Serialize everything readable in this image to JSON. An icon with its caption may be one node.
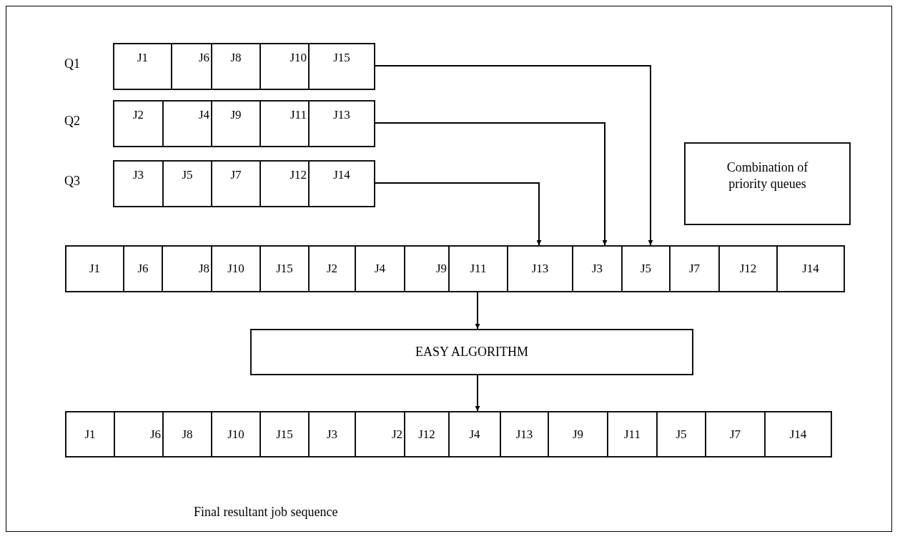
{
  "diagram": {
    "nodes": [
      {
        "text": [],
        "shape": "box",
        "beside": [
          "Q1"
        ]
      },
      {
        "text": [
          "J1"
        ],
        "in": 0
      },
      {
        "text": [
          "J6"
        ],
        "in": 0
      },
      {
        "text": [
          "J8"
        ],
        "in": 0
      },
      {
        "text": [
          "J10"
        ],
        "in": 0
      },
      {
        "text": [
          "J15"
        ],
        "in": 0
      },
      {
        "text": [],
        "shape": "box",
        "beside": [
          "Q2"
        ]
      },
      {
        "text": [
          "J2"
        ],
        "in": 6
      },
      {
        "text": [
          "J4"
        ],
        "in": 6
      },
      {
        "text": [
          "J9"
        ],
        "in": 6
      },
      {
        "text": [
          "J11"
        ],
        "in": 6
      },
      {
        "text": [
          "J13"
        ],
        "in": 6
      },
      {
        "text": [],
        "shape": "box",
        "beside": [
          "Q3"
        ]
      },
      {
        "text": [
          "J3"
        ],
        "in": 12
      },
      {
        "text": [
          "J5"
        ],
        "in": 12
      },
      {
        "text": [
          "J7"
        ],
        "in": 12
      },
      {
        "text": [
          "J12"
        ],
        "in": 12
      },
      {
        "text": [
          "J14"
        ],
        "in": 12
      },
      {
        "text": [
          "Combination of priority queues"
        ]
      },
      {
        "text": [],
        "shape": "box"
      },
      {
        "text": [
          "J1"
        ],
        "in": 19
      },
      {
        "text": [
          "J6"
        ],
        "in": 19
      },
      {
        "text": [
          "J8"
        ],
        "in": 19
      },
      {
        "text": [
          "J10"
        ],
        "in": 19
      },
      {
        "text": [
          "J15"
        ],
        "in": 19
      },
      {
        "text": [
          "J2"
        ],
        "in": 19
      },
      {
        "text": [
          "J4"
        ],
        "in": 19
      },
      {
        "text": [
          "J9"
        ],
        "in": 19
      },
      {
        "text": [
          "J11"
        ],
        "in": 19
      },
      {
        "text": [
          "J13"
        ],
        "in": 19
      },
      {
        "text": [
          "J3"
        ],
        "in": 19
      },
      {
        "text": [
          "J5"
        ],
        "in": 19
      },
      {
        "text": [
          "J7"
        ],
        "in": 19
      },
      {
        "text": [
          "J12"
        ],
        "in": 19
      },
      {
        "text": [
          "J14"
        ],
        "in": 19
      },
      {
        "text": [
          "EASY ALGORITHM"
        ]
      },
      {
        "text": [],
        "shape": "box"
      },
      {
        "text": [
          "J1"
        ],
        "in": 36
      },
      {
        "text": [
          "J6"
        ],
        "in": 36
      },
      {
        "text": [
          "J8"
        ],
        "in": 36
      },
      {
        "text": [
          "J10"
        ],
        "in": 36
      },
      {
        "text": [
          "J15"
        ],
        "in": 36
      },
      {
        "text": [
          "J3"
        ],
        "in": 36
      },
      {
        "text": [
          "J2"
        ],
        "in": 36
      },
      {
        "text": [
          "J12"
        ],
        "in": 36
      },
      {
        "text": [
          "J4"
        ],
        "in": 36
      },
      {
        "text": [
          "J13"
        ],
        "in": 36
      },
      {
        "text": [
          "J9"
        ],
        "in": 36
      },
      {
        "text": [
          "J11"
        ],
        "in": 36
      },
      {
        "text": [
          "J5"
        ],
        "in": 36
      },
      {
        "text": [
          "J7"
        ],
        "in": 36
      },
      {
        "text": [
          "J14"
        ],
        "in": 36
      }
    ],
    "edges": [
      {
        "from": 5,
        "to": 19,
        "arrow": "to"
      },
      {
        "from": 11,
        "to": 19,
        "arrow": "to"
      },
      {
        "from": 17,
        "to": 19,
        "arrow": "to"
      },
      {
        "from": 19,
        "to": 35,
        "arrow": "to"
      },
      {
        "from": 35,
        "to": 36,
        "arrow": "to"
      }
    ],
    "labels": [
      "Final resultant job sequence"
    ]
  }
}
